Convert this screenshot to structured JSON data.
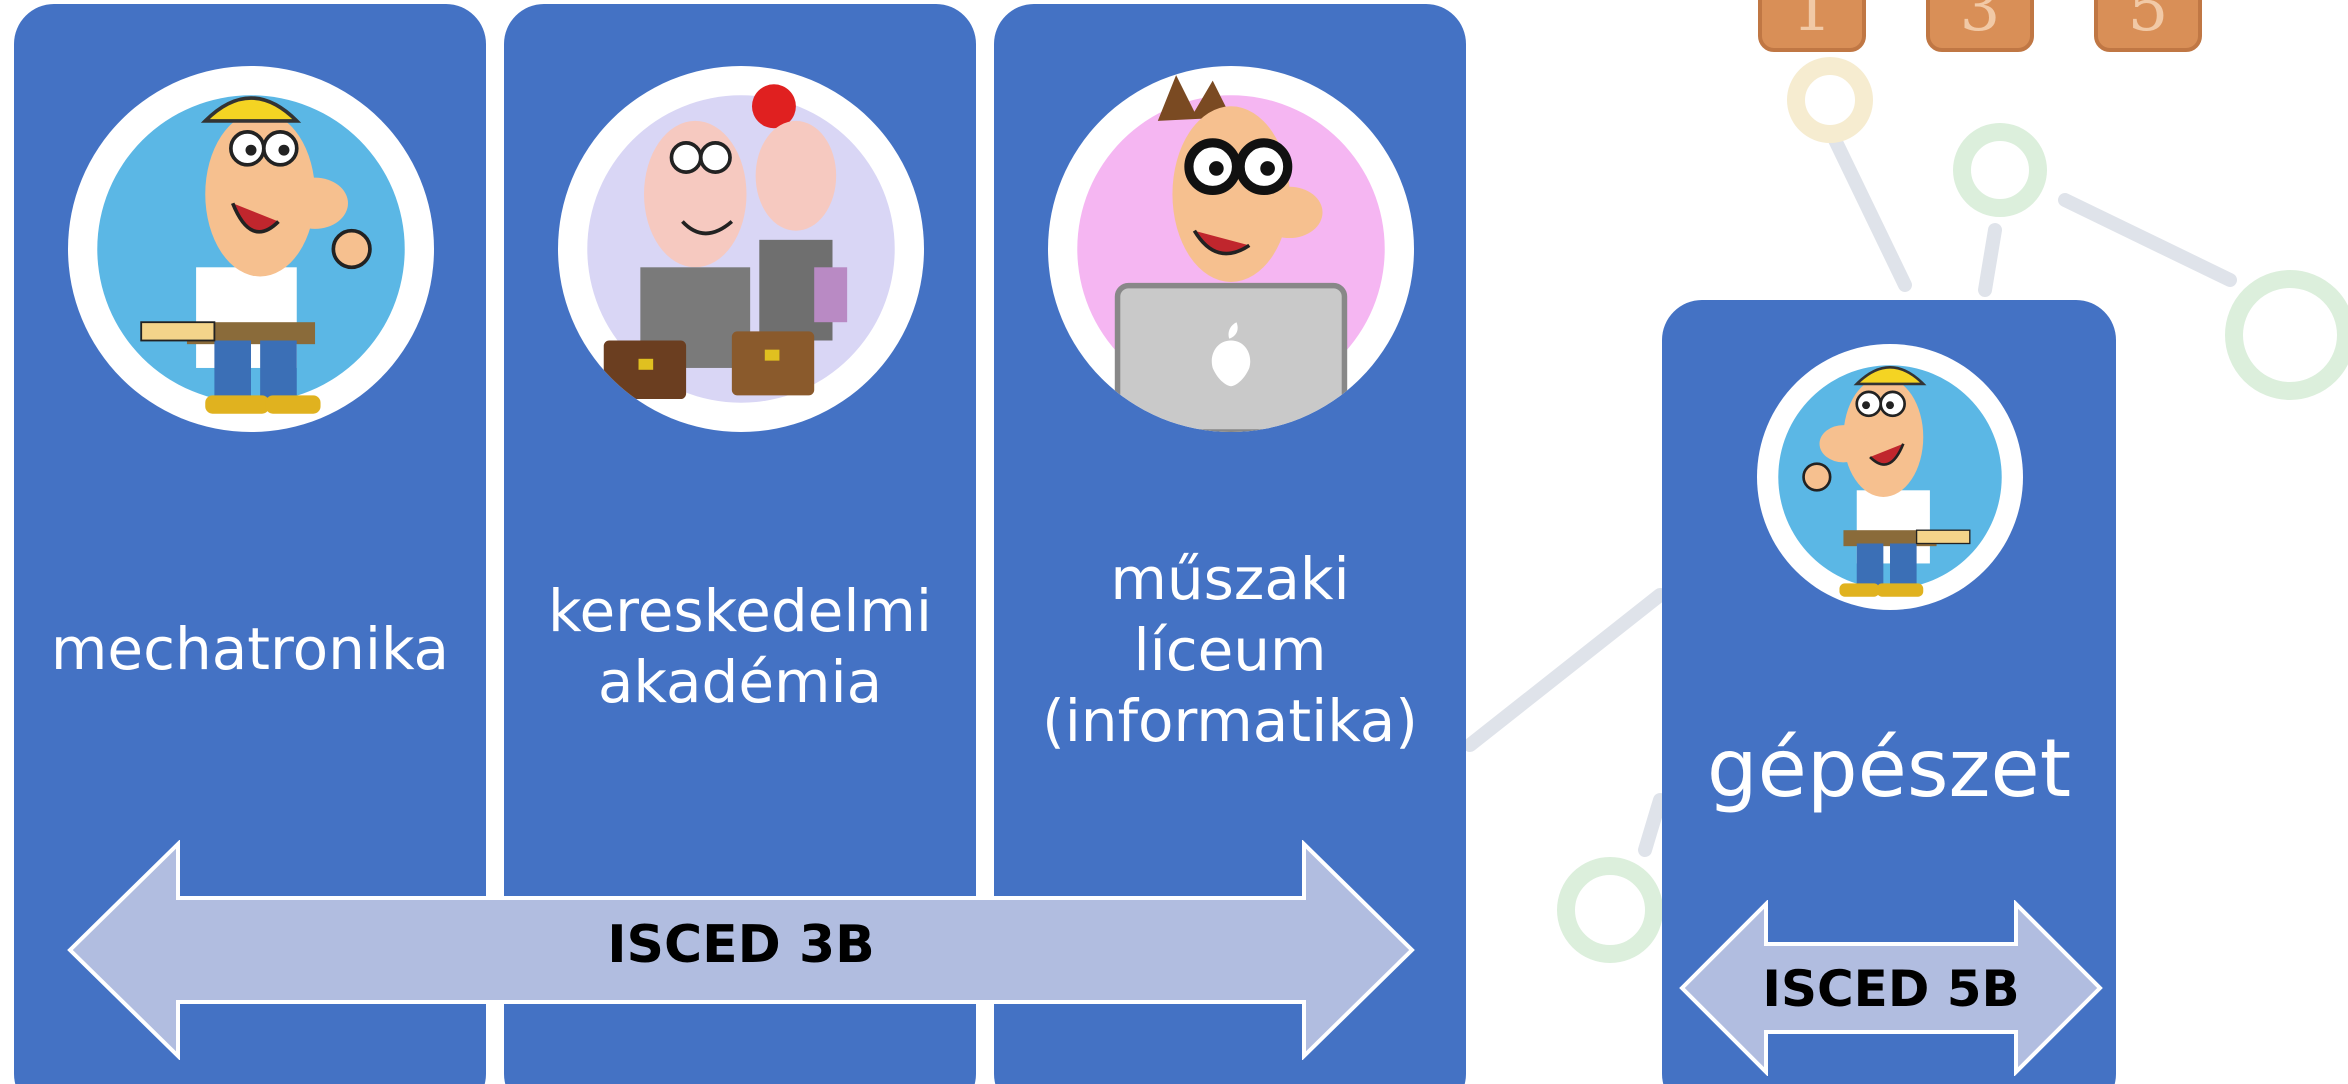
{
  "colors": {
    "card": "#4472c4",
    "arrow_fill": "#b1bde0",
    "arrow_stroke": "#ffffff",
    "label_text": "#ffffff",
    "arrow_text": "#000000"
  },
  "cards": [
    {
      "label": "mechatronika",
      "icon": "mechanic-worker-icon"
    },
    {
      "label": "kereskedelmi\nakadémia",
      "icon": "business-couple-icon"
    },
    {
      "label": "műszaki\nlíceum\n(informatika)",
      "icon": "programmer-laptop-icon"
    },
    {
      "label": "gépészet",
      "icon": "mechanic-worker-icon"
    }
  ],
  "arrows": [
    {
      "label": "ISCED 3B"
    },
    {
      "label": "ISCED 5B"
    }
  ],
  "decor": {
    "dice_icons": [
      "dice-1-icon",
      "dice-3-icon",
      "dice-5-icon"
    ]
  }
}
